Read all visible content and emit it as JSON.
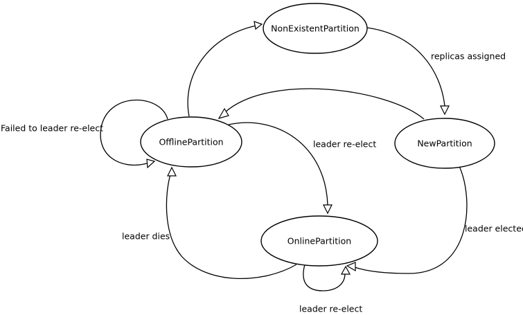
{
  "states": {
    "non_existent": "NonExistentPartition",
    "new": "NewPartition",
    "offline": "OfflinePartition",
    "online": "OnlinePartition"
  },
  "transitions": {
    "replicas_assigned": "replicas assigned",
    "offline_to_online": "leader re-elect",
    "leader_elected": "leader elected",
    "leader_dies": "leader dies",
    "failed_reelect": "Failed to leader re-elect",
    "online_self_reelect": "leader re-elect"
  }
}
